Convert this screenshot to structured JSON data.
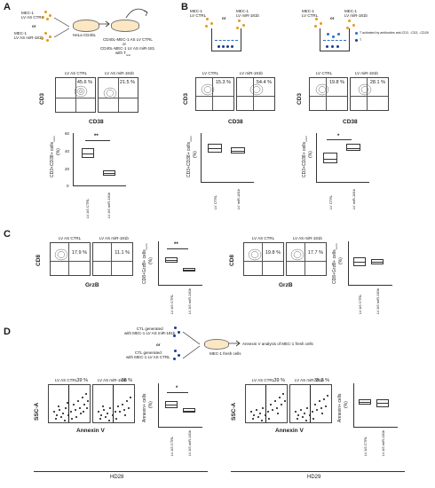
{
  "panels": {
    "A": {
      "letter": "A",
      "schema": {
        "mec_ctrl": "MEC-1\nLV AS CTRL",
        "or": "or",
        "mec_mir": "MEC-1\nLV AS miR-181b",
        "hela": "HeLa CD40L",
        "result_ctrl": "CD40L-MEC-1 AS LV CTRL",
        "result_or": "or",
        "result_mir": "CD40L-MEC-1 LV AS miR-181",
        "with_t": "with T",
        "t_sub": "rest"
      },
      "facs": {
        "ctrl_label": "LV AS CTRL",
        "mir_label": "LV AS miR-181b",
        "ctrl_pct": "45.6 %",
        "mir_pct": "21.5 %",
        "ylabel": "CD3",
        "xlabel": "CD38"
      },
      "box": {
        "ylabel": "CD3+CD38+ cells",
        "ysub": "norm",
        "yunit": "(%)",
        "sig": "**",
        "cat1": "LV AS CTRL",
        "cat2": "LV AS miR-181b",
        "ymax": 60,
        "ymid": 40,
        "ylow": 20,
        "yzero": 0,
        "values": [
          43,
          20
        ]
      }
    },
    "B": {
      "letter": "B",
      "left_schema": {
        "mec_ctrl": "MEC-1\nLV CTRL",
        "or": "or",
        "mec_mir": "MEC-1\nLV miR-181b"
      },
      "right_schema": {
        "mec_ctrl": "MEC-1\nLV CTRL",
        "or": "or",
        "mec_mir": "MEC-1\nLV miR-181b",
        "legend_act": "T    activated by antibodies anti-CD2, -CD3, -CD28",
        "legend_rest": "T"
      },
      "left_facs": {
        "ctrl_label": "LV CTRL",
        "mir_label": "LV miR-181b",
        "ctrl_pct": "15.3 %",
        "mir_pct": "54.4 %",
        "ylabel": "CD3",
        "xlabel": "CD38"
      },
      "right_facs": {
        "ctrl_label": "LV CTRL",
        "mir_label": "LV miR-181b",
        "ctrl_pct": "19.8 %",
        "mir_pct": "28.1 %",
        "ylabel": "CD3",
        "xlabel": "CD38"
      },
      "left_box": {
        "ylabel": "CD3+CD38+ cells",
        "ysub": "norm",
        "yunit": "(%)",
        "sig": "",
        "cat1": "LV CTRL",
        "cat2": "LV miR-181b",
        "values": [
          17,
          15
        ]
      },
      "right_box": {
        "ylabel": "CD3+CD38+ cells",
        "ysub": "norm",
        "yunit": "(%)",
        "sig": "*",
        "cat1": "LV CTRL",
        "cat2": "LV miR-181b",
        "values": [
          22,
          28
        ]
      }
    },
    "C": {
      "letter": "C",
      "left_facs": {
        "ctrl_label": "LV AS CTRL",
        "mir_label": "LV AS miR-181b",
        "ctrl_pct": "17.9 %",
        "mir_pct": "11.1 %",
        "ylabel": "CD8",
        "xlabel": "GrzB"
      },
      "left_box": {
        "ylabel": "CD8+GrzB+ cells",
        "ysub": "norm",
        "yunit": "(%)",
        "sig": "**",
        "cat1": "LV AS CTRL",
        "cat2": "LV AS miR-181b",
        "values": [
          17,
          11
        ]
      },
      "right_facs": {
        "ctrl_label": "LV AS CTRL",
        "mir_label": "LV AS miR-181b",
        "ctrl_pct": "19.8 %",
        "mir_pct": "17.7 %",
        "ylabel": "CD8",
        "xlabel": "GrzB"
      },
      "right_box": {
        "ylabel": "CD8+GrzB+ cells",
        "ysub": "norm",
        "yunit": "(%)",
        "sig": "",
        "cat1": "LV AS CTRL",
        "cat2": "LV AS miR-181b",
        "values": [
          19,
          18
        ]
      }
    },
    "D": {
      "letter": "D",
      "schema": {
        "ctl_mir": "CTL generated\nwith MEC-1 LV AS miR-181b",
        "or": "or",
        "ctl_ctrl": "CTL generated\nwith MEC-1 LV AS CTRL",
        "fresh": "MEC-1 fresh cells",
        "annexin_text": "Annexin V analysis of MEC-1 fresh cells"
      },
      "left_facs": {
        "ctrl_label": "LV AS CTRL",
        "mir_label": "LV AS miR-181b",
        "ctrl_pct": "39 %",
        "mir_pct": "28 %",
        "ylabel": "SSC-A",
        "xlabel": "Annexin V"
      },
      "left_box": {
        "ylabel": "Annexin+ cells",
        "yunit": "(%)",
        "sig": "*",
        "cat1": "LV AS CTRL",
        "cat2": "LV AS miR-181b",
        "values": [
          38,
          30
        ]
      },
      "right_facs": {
        "ctrl_label": "LV AS CTRL",
        "mir_label": "LV AS miR-181b",
        "ctrl_pct": "39 %",
        "mir_pct": "35.3 %",
        "ylabel": "SSC-A",
        "xlabel": "Annexin V"
      },
      "right_box": {
        "ylabel": "Annexin+ cells",
        "yunit": "(%)",
        "sig": "",
        "cat1": "LV AS CTRL",
        "cat2": "LV AS miR-181b",
        "values": [
          40,
          38
        ]
      },
      "donor_left": "HD28",
      "donor_right": "HD29"
    }
  },
  "colors": {
    "mec_cells": "#e39a1c",
    "t_cells": "#1a3c8f",
    "activated": "#2a6fbf"
  }
}
